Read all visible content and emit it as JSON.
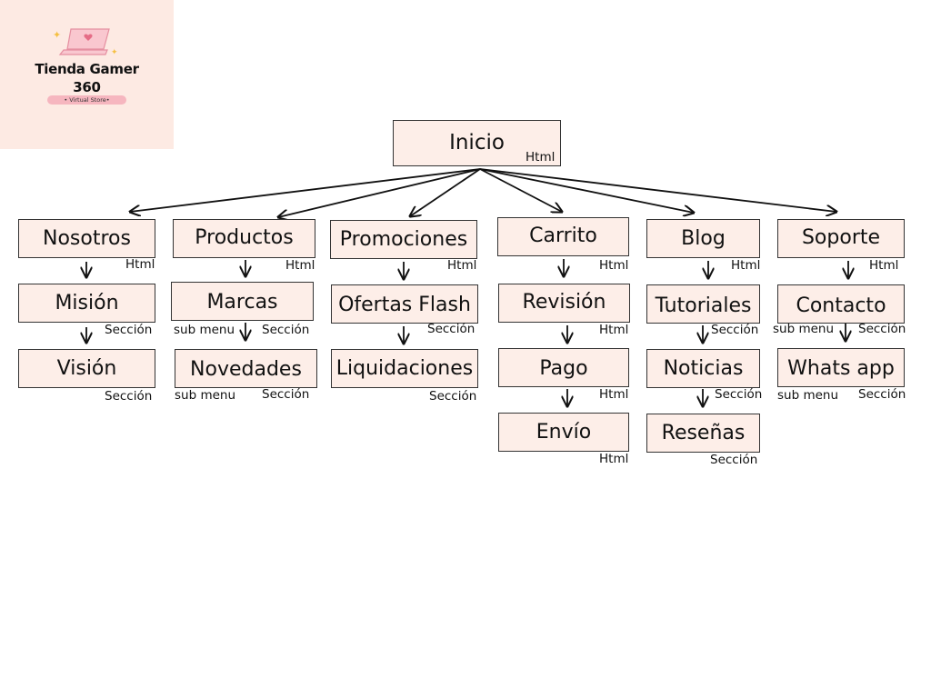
{
  "logo": {
    "title_line1": "Tienda Gamer",
    "title_line2": "360",
    "tagline": "• Virtual Store•",
    "icon": "laptop-heart-icon"
  },
  "root": {
    "label": "Inicio",
    "tag": "Html"
  },
  "columns": [
    {
      "label": "Nosotros",
      "tag": "Html",
      "children": [
        {
          "label": "Misión",
          "tag": "Sección"
        },
        {
          "label": "Visión",
          "tag": "Sección"
        }
      ]
    },
    {
      "label": "Productos",
      "tag": "Html",
      "children": [
        {
          "label": "Marcas",
          "tag": "Sección",
          "left_tag": "sub menu"
        },
        {
          "label": "Novedades",
          "tag": "Sección",
          "left_tag": "sub menu"
        }
      ]
    },
    {
      "label": "Promociones",
      "tag": "Html",
      "children": [
        {
          "label": "Ofertas Flash",
          "tag": "Sección"
        },
        {
          "label": "Liquidaciones",
          "tag": "Sección"
        }
      ]
    },
    {
      "label": "Carrito",
      "tag": "Html",
      "children": [
        {
          "label": "Revisión",
          "tag": "Html"
        },
        {
          "label": "Pago",
          "tag": "Html"
        },
        {
          "label": "Envío",
          "tag": "Html"
        }
      ]
    },
    {
      "label": "Blog",
      "tag": "Html",
      "children": [
        {
          "label": "Tutoriales",
          "tag": "Sección"
        },
        {
          "label": "Noticias",
          "tag": "Sección"
        },
        {
          "label": "Reseñas",
          "tag": "Sección"
        }
      ]
    },
    {
      "label": "Soporte",
      "tag": "Html",
      "children": [
        {
          "label": "Contacto",
          "tag": "Sección",
          "left_tag": "sub menu"
        },
        {
          "label": "Whats app",
          "tag": "Sección",
          "left_tag": "sub menu"
        }
      ]
    }
  ],
  "colors": {
    "node_fill": "#fdeee8",
    "node_border": "#333333",
    "logo_bg": "#fdeae3",
    "pill": "#f6b6bf"
  }
}
